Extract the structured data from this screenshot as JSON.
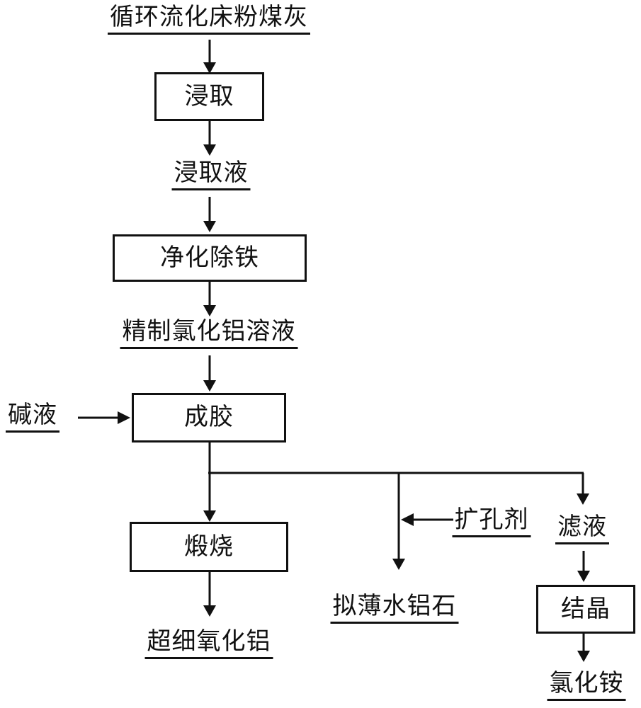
{
  "diagram": {
    "title_note": "",
    "background_color": "#ffffff",
    "line_color": "#111111",
    "nodes": {
      "source": {
        "label": "循环流化床粉煤灰",
        "kind": "terminal-underlined"
      },
      "leach": {
        "label": "浸取",
        "kind": "process-box"
      },
      "leachate": {
        "label": "浸取液",
        "kind": "terminal-underlined"
      },
      "purify": {
        "label": "净化除铁",
        "kind": "process-box"
      },
      "refined_solution": {
        "label": "精制氯化铝溶液",
        "kind": "terminal-underlined"
      },
      "alkali": {
        "label": "碱液",
        "kind": "terminal-underlined"
      },
      "gel": {
        "label": "成胶",
        "kind": "process-box"
      },
      "calcine": {
        "label": "煅烧",
        "kind": "process-box"
      },
      "ultrafine_alumina": {
        "label": "超细氧化铝",
        "kind": "terminal-underlined"
      },
      "pore_agent": {
        "label": "扩孔剂",
        "kind": "terminal-underlined"
      },
      "pseudoboehmite": {
        "label": "拟薄水铝石",
        "kind": "terminal-underlined"
      },
      "filtrate": {
        "label": "滤液",
        "kind": "terminal-underlined"
      },
      "crystallize": {
        "label": "结晶",
        "kind": "process-box"
      },
      "ammonium_chloride": {
        "label": "氯化铵",
        "kind": "terminal-underlined"
      }
    },
    "edges": [
      {
        "from": "source",
        "to": "leach"
      },
      {
        "from": "leach",
        "to": "leachate"
      },
      {
        "from": "leachate",
        "to": "purify"
      },
      {
        "from": "purify",
        "to": "refined_solution"
      },
      {
        "from": "refined_solution",
        "to": "gel"
      },
      {
        "from": "alkali",
        "to": "gel"
      },
      {
        "from": "gel",
        "to": "calcine"
      },
      {
        "from": "gel",
        "to": "pseudoboehmite"
      },
      {
        "from": "gel",
        "to": "filtrate"
      },
      {
        "from": "pore_agent",
        "to": "pseudoboehmite"
      },
      {
        "from": "calcine",
        "to": "ultrafine_alumina"
      },
      {
        "from": "filtrate",
        "to": "crystallize"
      },
      {
        "from": "crystallize",
        "to": "ammonium_chloride"
      }
    ]
  }
}
